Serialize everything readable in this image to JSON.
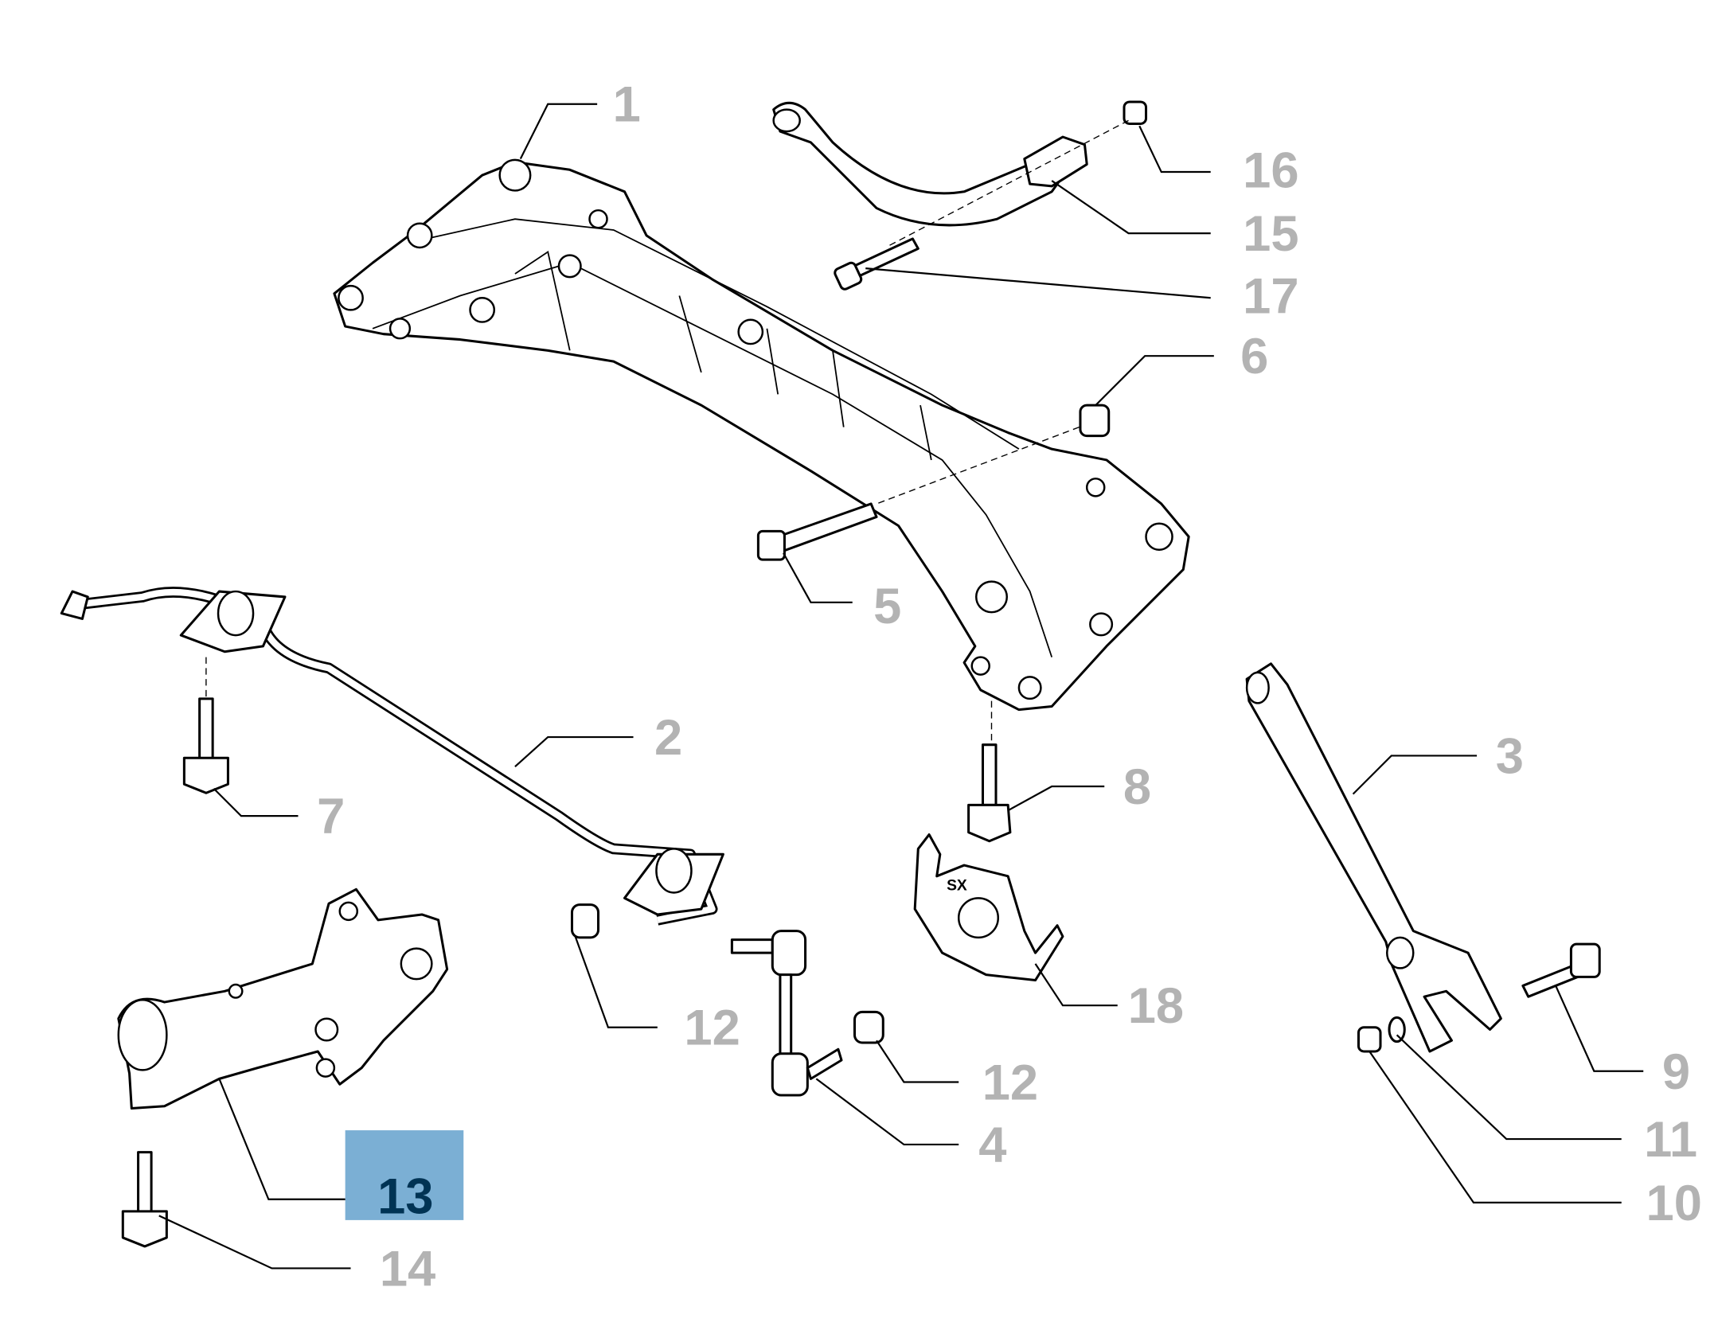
{
  "diagram": {
    "title": "Rear suspension exploded parts diagram",
    "highlight_color": "#7BAFD4",
    "highlight_text_color": "#003354",
    "label_color": "#B3B3B3",
    "callouts": [
      {
        "id": "1",
        "text": "1"
      },
      {
        "id": "16",
        "text": "16"
      },
      {
        "id": "15",
        "text": "15"
      },
      {
        "id": "17",
        "text": "17"
      },
      {
        "id": "6",
        "text": "6"
      },
      {
        "id": "5",
        "text": "5"
      },
      {
        "id": "2",
        "text": "2"
      },
      {
        "id": "3",
        "text": "3"
      },
      {
        "id": "8",
        "text": "8"
      },
      {
        "id": "7",
        "text": "7"
      },
      {
        "id": "18",
        "text": "18"
      },
      {
        "id": "12a",
        "text": "12"
      },
      {
        "id": "12b",
        "text": "12"
      },
      {
        "id": "4",
        "text": "4"
      },
      {
        "id": "9",
        "text": "9"
      },
      {
        "id": "11",
        "text": "11"
      },
      {
        "id": "10",
        "text": "10"
      },
      {
        "id": "13",
        "text": "13",
        "highlighted": true
      },
      {
        "id": "14",
        "text": "14"
      }
    ],
    "part_marking": "SX"
  }
}
